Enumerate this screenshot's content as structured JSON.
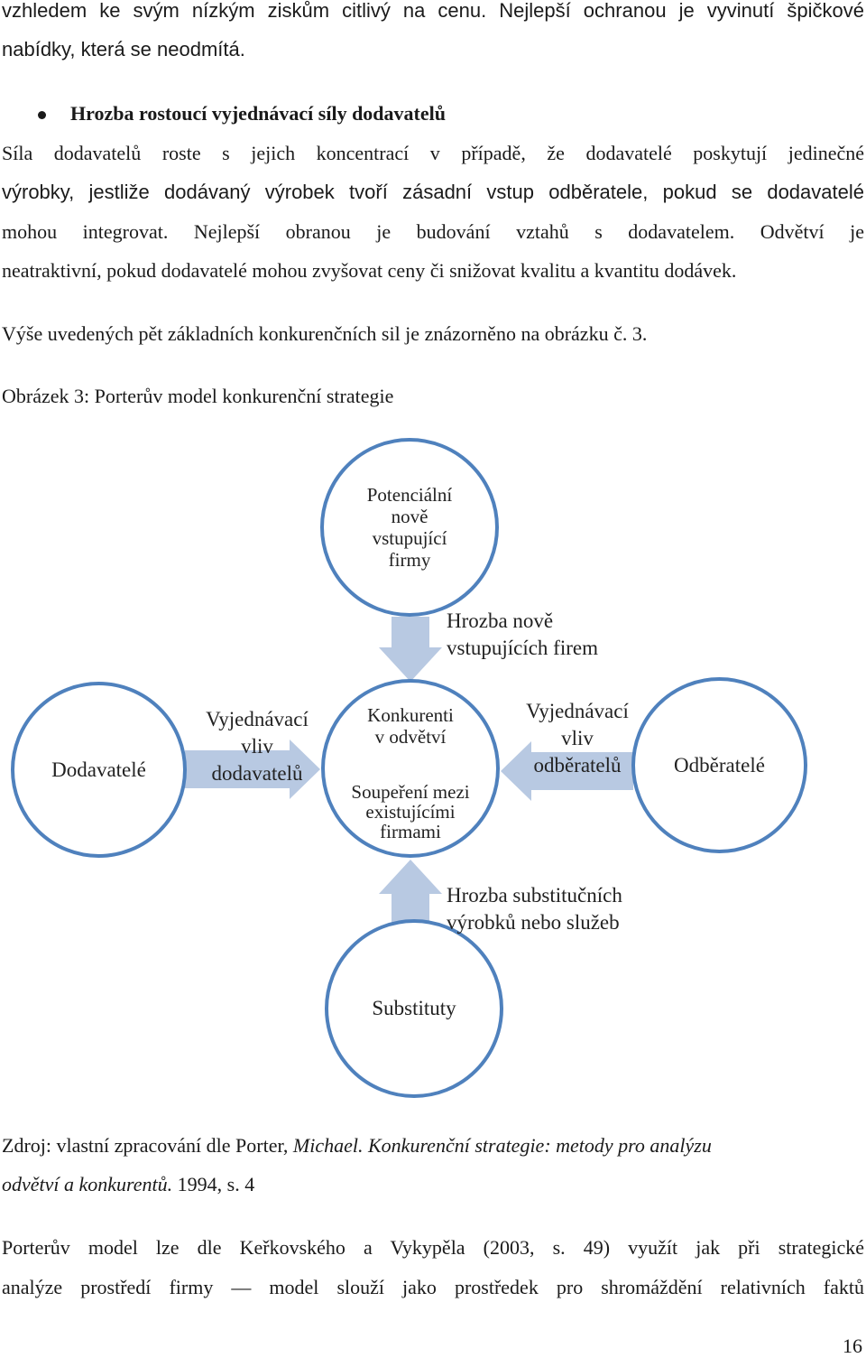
{
  "text": {
    "line1": "vzhledem ke svým nízkým ziskům citlivý na cenu. Nejlepší ochranou je vyvinutí špičkové",
    "line2": "nabídky, která se neodmítá.",
    "bullet_heading": "Hrozba rostoucí vyjednávací síly dodavatelů",
    "para1_l1": "Síla dodavatelů roste s jejich koncentrací v případě, že dodavatelé poskytují jedinečné",
    "para1_l2": "výrobky, jestliže dodávaný výrobek tvoří zásadní vstup odběratele, pokud se dodavatelé",
    "para1_l3": "mohou integrovat. Nejlepší obranou je budování vztahů s dodavatelem. Odvětví je",
    "para1_l4": "neatraktivní, pokud dodavatelé mohou zvyšovat ceny či snižovat kvalitu a kvantitu dodávek.",
    "para2": "Výše uvedených pět základních konkurenčních sil je znázorněno na obrázku č. 3.",
    "figure_caption": "Obrázek 3: Porterův model konkurenční strategie"
  },
  "diagram": {
    "top_circle": [
      "Potenciální",
      "nově",
      "vstupující",
      "firmy"
    ],
    "top_arrow_label": [
      "Hrozba nově",
      "vstupujících firem"
    ],
    "left_circle": "Dodavatelé",
    "left_arrow_label": [
      "Vyjednávací",
      "vliv",
      "dodavatelů"
    ],
    "center_circle_top": [
      "Konkurenti",
      "v odvětví"
    ],
    "center_circle_bottom": [
      "Soupeření mezi",
      "existujícími",
      "firmami"
    ],
    "right_arrow_label": [
      "Vyjednávací",
      "vliv",
      "odběratelů"
    ],
    "right_circle": "Odběratelé",
    "bottom_arrow_label": [
      "Hrozba substitučních",
      "výrobků nebo služeb"
    ],
    "bottom_circle": "Substituty",
    "colors": {
      "circle_border": "#4f81bd",
      "arrow_fill": "#b8c9e2"
    }
  },
  "source": {
    "prefix": "Zdroj: vlastní zpracování dle Porter, ",
    "author_italic": "Michael. Konkurenční strategie: metody pro analýzu",
    "line2_italic": "odvětví a konkurentů.",
    "line2_rest": " 1994, s. 4"
  },
  "closing": {
    "l1": "Porterův model lze dle Keřkovského a Vykypěla (2003, s. 49) využít jak při strategické",
    "l2": "analýze prostředí firmy — model slouží jako prostředek pro shromáždění relativních faktů"
  },
  "page_number": "16"
}
